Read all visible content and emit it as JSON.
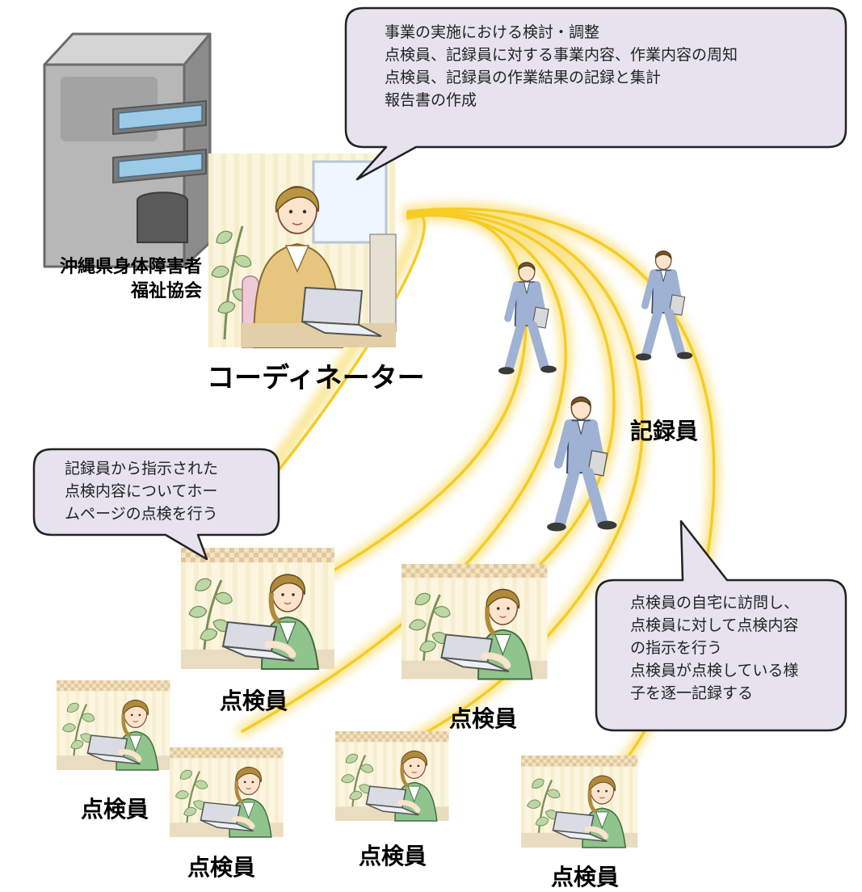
{
  "organization": {
    "line1": "沖縄県身体障害者",
    "line2": "福祉協会"
  },
  "coordinator": {
    "label": "コーディネーター",
    "tasks": [
      "事業の実施における検討・調整",
      "点検員、記録員に対する事業内容、作業内容の周知",
      "点検員、記録員の作業結果の記録と集計",
      "報告書の作成"
    ]
  },
  "recorder": {
    "label": "記録員",
    "tasks": [
      "点検員の自宅に訪問し、",
      "点検員に対して点検内容",
      "の指示を行う",
      "点検員が点検している様",
      "子を逐一記録する"
    ]
  },
  "inspector": {
    "label": "点検員",
    "tasks": [
      "記録員から指示された",
      "点検内容についてホー",
      "ムページの点検を行う"
    ]
  },
  "colors": {
    "bubble_fill": "#e6e3ef",
    "bubble_stroke": "#222222",
    "beam": "#f5c400",
    "building": "#b7b7b7",
    "window": "#9ccbe8",
    "suit": "#9fb2d3",
    "cardigan": "#8fc48c",
    "blouse": "#e6c67e"
  }
}
